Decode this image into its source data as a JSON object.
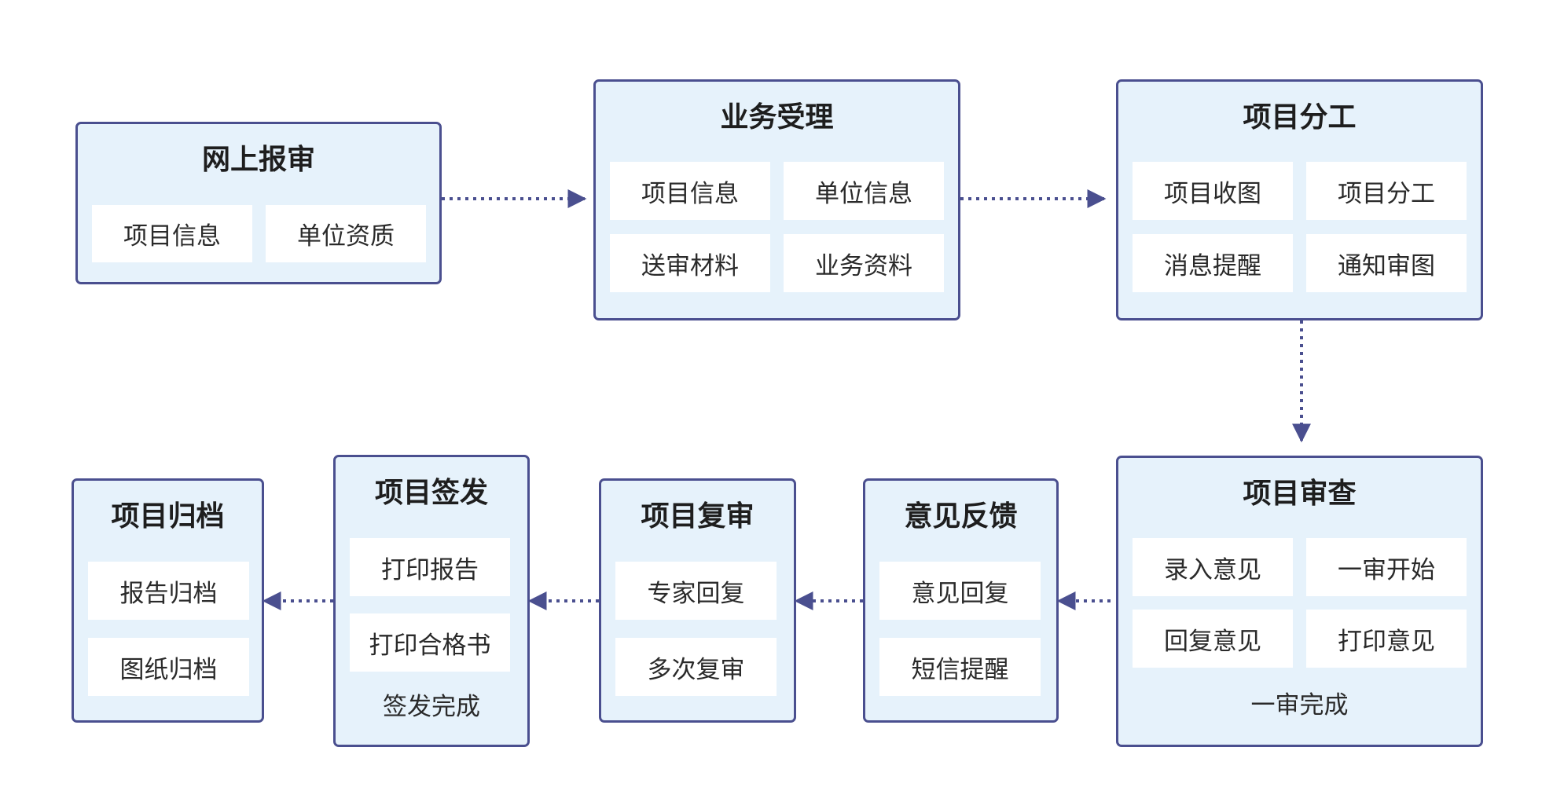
{
  "nodes": {
    "online": {
      "title": "网上报审",
      "items": [
        "项目信息",
        "单位资质"
      ]
    },
    "accept": {
      "title": "业务受理",
      "items": [
        "项目信息",
        "单位信息",
        "送审材料",
        "业务资料"
      ]
    },
    "assign": {
      "title": "项目分工",
      "items": [
        "项目收图",
        "项目分工",
        "消息提醒",
        "通知审图"
      ]
    },
    "review": {
      "title": "项目审查",
      "items": [
        "录入意见",
        "一审开始",
        "回复意见",
        "打印意见"
      ],
      "footer": "一审完成"
    },
    "feedback": {
      "title": "意见反馈",
      "items": [
        "意见回复",
        "短信提醒"
      ]
    },
    "recheck": {
      "title": "项目复审",
      "items": [
        "专家回复",
        "多次复审"
      ]
    },
    "issue": {
      "title": "项目签发",
      "items": [
        "打印报告",
        "打印合格书"
      ],
      "footer": "签发完成"
    },
    "archive": {
      "title": "项目归档",
      "items": [
        "报告归档",
        "图纸归档"
      ]
    }
  },
  "colors": {
    "border": "#4a4f8f",
    "fill": "#e6f2fb",
    "cell": "#ffffff",
    "arrow": "#4a4f8f"
  }
}
